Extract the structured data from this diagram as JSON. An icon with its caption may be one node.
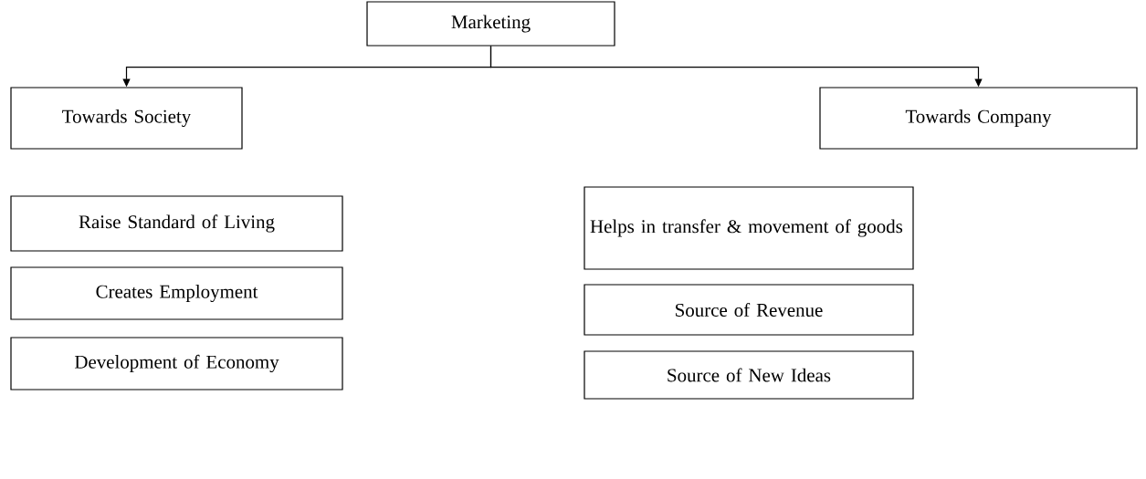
{
  "diagram": {
    "nodes": [
      {
        "text": [
          "Marketing"
        ]
      },
      {
        "text": [
          "Towards Society"
        ]
      },
      {
        "text": [
          "Towards Company"
        ]
      },
      {
        "text": [
          "Raise Standard of Living"
        ]
      },
      {
        "text": [
          "Creates Employment"
        ]
      },
      {
        "text": [
          "Development of Economy"
        ]
      },
      {
        "text": [
          "Helps in transfer & movement of goods"
        ]
      },
      {
        "text": [
          "Source of Revenue"
        ]
      },
      {
        "text": [
          "Source of New Ideas"
        ]
      }
    ],
    "edges": [
      {
        "from": 0,
        "to": 1,
        "arrow": "to"
      },
      {
        "from": 0,
        "to": 2,
        "arrow": "to"
      }
    ]
  }
}
